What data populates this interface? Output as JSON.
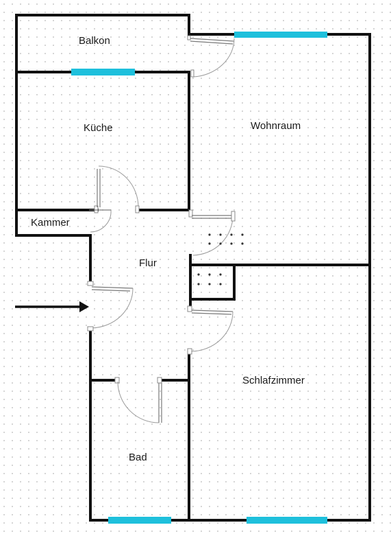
{
  "rooms": {
    "balkon": "Balkon",
    "kueche": "Küche",
    "wohnraum": "Wohnraum",
    "kammer": "Kammer",
    "flur": "Flur",
    "schlafzimmer": "Schlafzimmer",
    "bad": "Bad"
  },
  "colors": {
    "wall": "#111111",
    "window": "#1ec0dc",
    "grid_dot": "#c8c8c8",
    "background": "#ffffff"
  },
  "icons": {
    "entrance": "arrow-right-icon"
  }
}
